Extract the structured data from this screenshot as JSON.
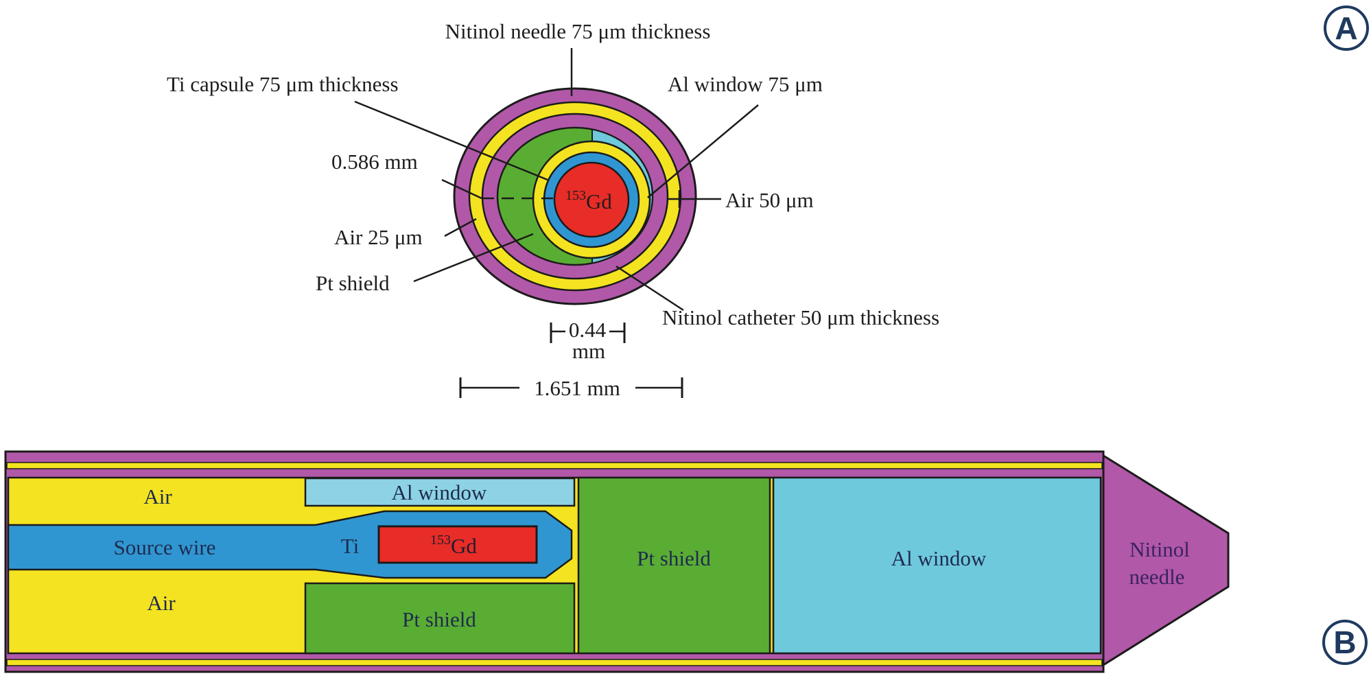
{
  "figure_title": "153Gd source cross-section diagram",
  "colors": {
    "purple": "#b158a8",
    "yellow": "#f4e320",
    "green": "#5aad33",
    "cyan": "#6fc9dc",
    "cyan_light": "#8dd3e5",
    "blue": "#3096d2",
    "red": "#e82c27",
    "outline": "#1b1b1b",
    "badge": "#1f3a5f",
    "label_dark": "#1d1d1d",
    "label_navy": "#1e2b4f",
    "needle_text": "#3b2260",
    "white": "#ffffff"
  },
  "panel_a": {
    "badge": "A",
    "labels": {
      "needle": "Nitinol needle 75 μm thickness",
      "ti_capsule": "Ti capsule 75 μm thickness",
      "inner_diameter": "0.586 mm",
      "air_25": "Air 25 μm",
      "pt_shield": "Pt shield",
      "al_window": "Al window 75 μm",
      "air_50": "Air 50 μm",
      "catheter": "Nitinol catheter 50 μm thickness"
    },
    "core": {
      "superscript": "153",
      "symbol": "Gd"
    },
    "dimensions": {
      "core_value": "0.44",
      "core_unit": "mm",
      "outer": "1.651 mm"
    }
  },
  "panel_b": {
    "badge": "B",
    "regions": {
      "air_top": "Air",
      "source_wire": "Source wire",
      "air_bottom": "Air",
      "al_window_top": "Al window",
      "ti": "Ti",
      "core": {
        "superscript": "153",
        "symbol": "Gd"
      },
      "pt_shield_bottom": "Pt shield",
      "pt_shield_mid": "Pt shield",
      "al_window_main": "Al window",
      "needle_line1": "Nitinol",
      "needle_line2": "needle"
    }
  }
}
